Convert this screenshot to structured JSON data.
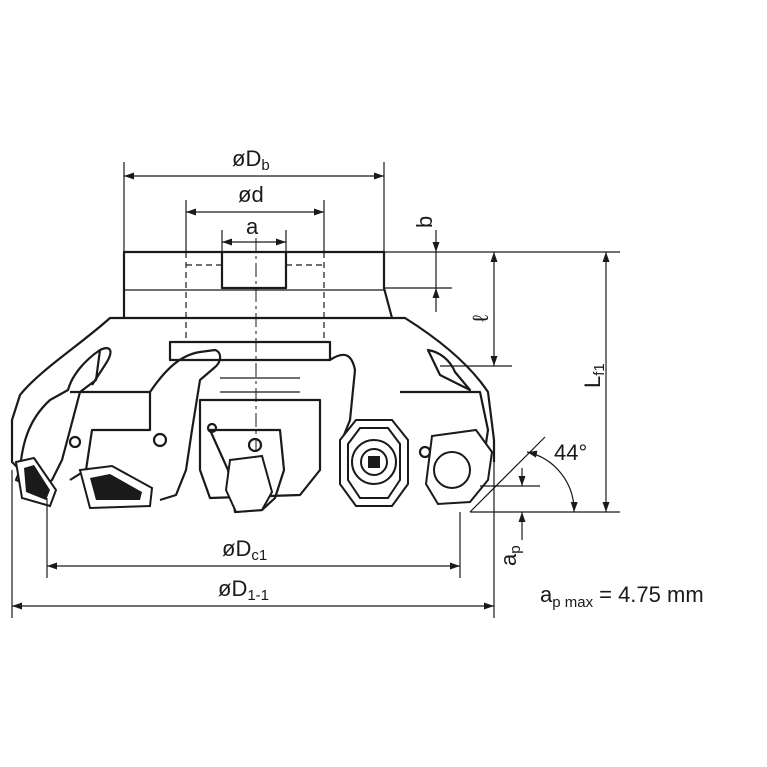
{
  "dimensions": {
    "body_diameter": {
      "symbol": "øD",
      "sub": "b"
    },
    "bore_diameter": {
      "symbol": "ød",
      "sub": ""
    },
    "keyway_width": {
      "symbol": "a",
      "sub": ""
    },
    "keyway_depth": {
      "symbol": "b",
      "sub": ""
    },
    "bore_length": {
      "symbol": "ℓ",
      "sub": ""
    },
    "functional_length": {
      "symbol": "L",
      "sub": "f1"
    },
    "cutting_diameter": {
      "symbol": "øD",
      "sub": "c1"
    },
    "max_diameter": {
      "symbol": "øD",
      "sub": "1-1"
    },
    "depth_of_cut": {
      "symbol": "a",
      "sub": "p"
    },
    "lead_angle": {
      "text": "44°"
    }
  },
  "note": {
    "symbol": "a",
    "sub": "p max",
    "value": "= 4.75 mm"
  },
  "colors": {
    "ink": "#1a1a1a",
    "background": "#ffffff"
  }
}
